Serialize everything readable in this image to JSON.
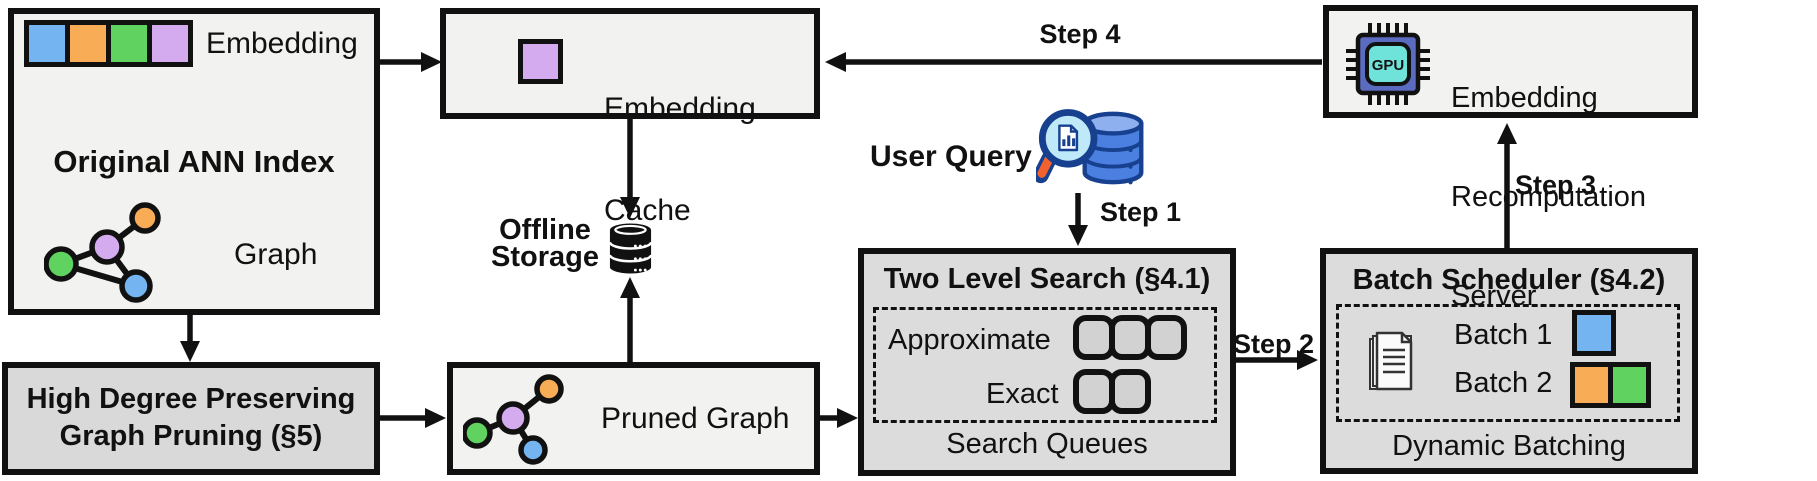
{
  "palette": {
    "blue": "#74b4f0",
    "orange": "#f7ac55",
    "green": "#5fd25f",
    "purple": "#d5abf0",
    "box_light": "#f2f2f1",
    "box_shaded": "#dcdcdc",
    "pruning_fill": "#d9d9d9",
    "queue_fill": "#d2d2d2",
    "ink": "#111111",
    "query_db_blue": "#4b7fe0",
    "query_db_top": "#8fb0ef",
    "query_db_dark": "#17418f",
    "query_lens": "#bfe9f8",
    "query_handle": "#f2622e",
    "gpu_chip": "#5b6cc0",
    "gpu_core": "#6fe3da"
  },
  "ann_index": {
    "embedding_label": "Embedding",
    "title": "Original ANN Index",
    "graph_label": "Graph",
    "embedding_icon": "embedding-vector-icon",
    "graph_icon": "graph-icon"
  },
  "pruning": {
    "title_line1": "High Degree Preserving",
    "title_line2": "Graph Pruning (§5)"
  },
  "embedding_cache": {
    "title_line1": "Embedding",
    "title_line2": "Cache",
    "cached_icon": "cached-embedding-square"
  },
  "offline_storage": {
    "label_line1": "Offline",
    "label_line2": "Storage",
    "icon": "database-icon"
  },
  "pruned_graph": {
    "label": "Pruned Graph",
    "icon": "pruned-graph-icon"
  },
  "user_query": {
    "label": "User Query",
    "icon": "query-magnifier-database-icon"
  },
  "two_level_search": {
    "title": "Two Level Search (§4.1)",
    "queue_rows": [
      {
        "label": "Approximate",
        "count": 3
      },
      {
        "label": "Exact",
        "count": 2
      }
    ],
    "caption": "Search Queues"
  },
  "batch_scheduler": {
    "title": "Batch Scheduler (§4.2)",
    "batches": [
      {
        "label": "Batch 1",
        "colors": [
          "blue"
        ]
      },
      {
        "label": "Batch 2",
        "colors": [
          "orange",
          "green"
        ]
      }
    ],
    "caption": "Dynamic Batching",
    "icon": "documents-icon"
  },
  "recompute_server": {
    "title_line1": "Embedding",
    "title_line2": "Recomputation",
    "title_line3": "Server",
    "chip_label": "GPU",
    "icon": "gpu-chip-icon"
  },
  "steps": {
    "step1": "Step 1",
    "step2": "Step 2",
    "step3": "Step 3",
    "step4": "Step 4"
  }
}
